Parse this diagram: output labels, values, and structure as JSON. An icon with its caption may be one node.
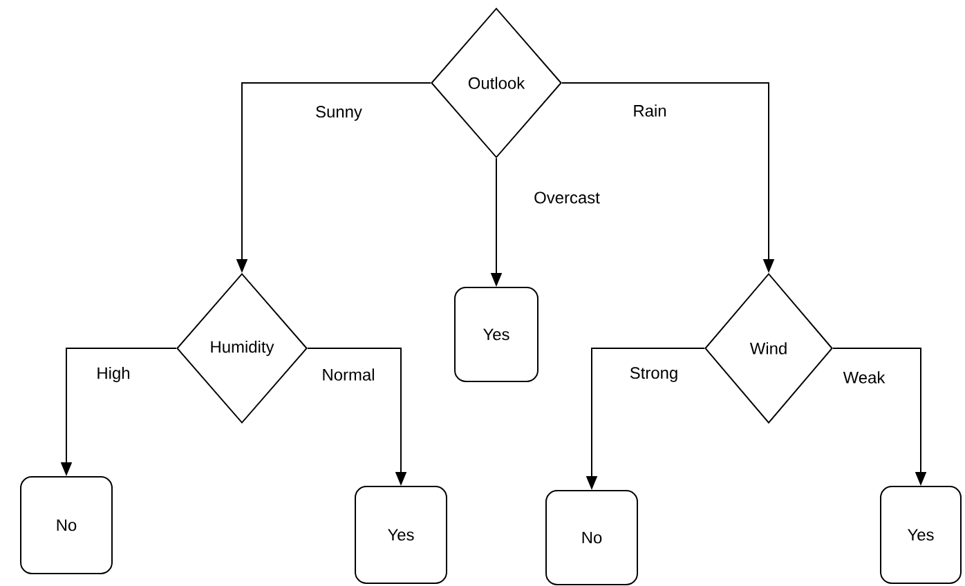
{
  "diagram": {
    "nodes": [
      {
        "text": [
          "Outlook"
        ]
      },
      {
        "text": [
          "Humidity"
        ]
      },
      {
        "text": [
          "Yes"
        ]
      },
      {
        "text": [
          "Wind"
        ]
      },
      {
        "text": [
          "No"
        ]
      },
      {
        "text": [
          "Yes"
        ]
      },
      {
        "text": [
          "No"
        ]
      },
      {
        "text": [
          "Yes"
        ]
      }
    ],
    "edges": [
      {
        "from": 0,
        "to": 1,
        "arrow": "to",
        "label": "Sunny"
      },
      {
        "from": 0,
        "to": 2,
        "arrow": "to",
        "label": "Overcast"
      },
      {
        "from": 0,
        "to": 3,
        "arrow": "to",
        "label": "Rain"
      },
      {
        "from": 1,
        "to": 4,
        "arrow": "to",
        "label": "High"
      },
      {
        "from": 1,
        "to": 5,
        "arrow": "to",
        "label": "Normal"
      },
      {
        "from": 3,
        "to": 6,
        "arrow": "to",
        "label": "Strong"
      },
      {
        "from": 3,
        "to": 7,
        "arrow": "to",
        "label": "Weak"
      }
    ]
  }
}
